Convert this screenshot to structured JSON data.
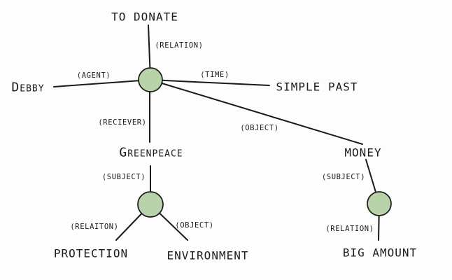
{
  "diagram": {
    "concepts": {
      "to_donate": "TO DONATE",
      "debby": "Debby",
      "simple_past": "SIMPLE PAST",
      "greenpeace": "Greenpeace",
      "money": "MONEY",
      "protection": "PROTECTION",
      "environment": "ENVIRONMENT",
      "big_amount": "BIG AMOUNT"
    },
    "edges": [
      {
        "from": "node-1",
        "to": "TO DONATE",
        "label": "(RELATION)"
      },
      {
        "from": "node-1",
        "to": "Debby",
        "label": "(AGENT)"
      },
      {
        "from": "node-1",
        "to": "SIMPLE PAST",
        "label": "(TIME)"
      },
      {
        "from": "node-1",
        "to": "Greenpeace",
        "label": "(RECIEVER)"
      },
      {
        "from": "node-1",
        "to": "MONEY",
        "label": "(OBJECT)"
      },
      {
        "from": "Greenpeace",
        "to": "node-2",
        "label": "(SUBJECT)"
      },
      {
        "from": "node-2",
        "to": "PROTECTION",
        "label": "(RELAITON)"
      },
      {
        "from": "node-2",
        "to": "ENVIRONMENT",
        "label": "(OBJECT)"
      },
      {
        "from": "MONEY",
        "to": "node-3",
        "label": "(SUBJECT)"
      },
      {
        "from": "node-3",
        "to": "BIG AMOUNT",
        "label": "(RELATION)"
      }
    ]
  },
  "colors": {
    "background": "#fdfdfd",
    "node_fill": "#b8d2aa",
    "node_stroke": "#1a1a1a",
    "edge": "#1a1a1a",
    "text": "#1c1c1c"
  }
}
